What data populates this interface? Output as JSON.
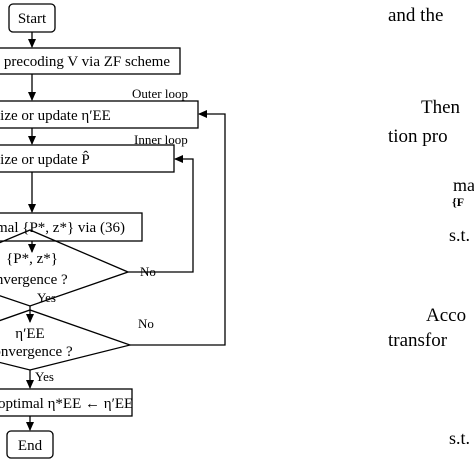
{
  "flowchart": {
    "start": "Start",
    "precoding": "l precoding V via ZF scheme",
    "update_ee": "lize or update η′EE",
    "update_p": "lize or update P̂",
    "optimal_pz": "mal {P*, z*} via (36)",
    "diamond1_line1": "{P*, z*}",
    "diamond1_line2": "onvergence ?",
    "diamond2_line1": "η′EE",
    "diamond2_line2": "Convergence ?",
    "final": "optimal η*EE ← η′EE",
    "end": "End",
    "outer_loop": "Outer loop",
    "inner_loop": "Inner loop",
    "yes1": "Yes",
    "yes2": "Yes",
    "no1": "No",
    "no2": "No"
  },
  "paper_text": {
    "line1": "and the",
    "line2": "Then",
    "line3": "tion pro",
    "line4": "ma",
    "line5": "{F",
    "line6": "s.t.",
    "line7": "Acco",
    "line8": "transfor",
    "line9": "s.t."
  }
}
